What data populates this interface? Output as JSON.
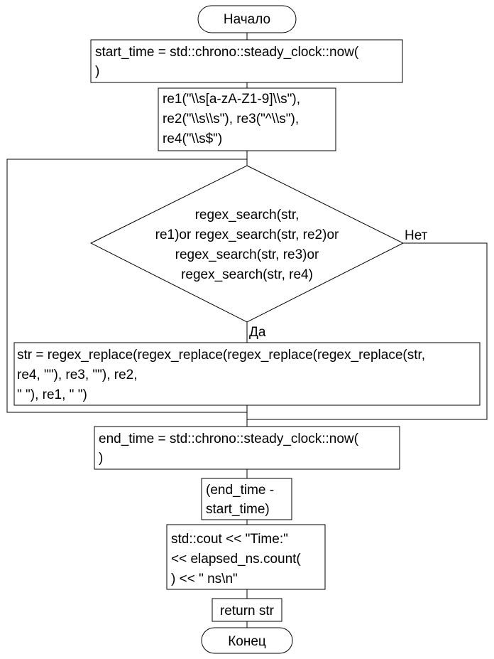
{
  "flowchart": {
    "start": "Начало",
    "step_start_time": [
      "start_time = std::chrono::steady_clock::now(",
      ")"
    ],
    "step_regex_init": [
      "re1(\"\\\\s[a-zA-Z1-9]\\\\s\"),",
      "re2(\"\\\\s\\\\s\"), re3(\"^\\\\s\"),",
      "re4(\"\\\\s$\")"
    ],
    "decision": [
      "regex_search(str,",
      "re1)or regex_search(str, re2)or",
      "regex_search(str, re3)or",
      "regex_search(str, re4)"
    ],
    "label_no": "Нет",
    "label_yes": "Да",
    "step_replace": [
      "str = regex_replace(regex_replace(regex_replace(regex_replace(str,",
      "re4, \"\"), re3, \"\"), re2,",
      "\" \"), re1, \" \")"
    ],
    "step_end_time": [
      "end_time = std::chrono::steady_clock::now(",
      ")"
    ],
    "step_elapsed": [
      "(end_time -",
      "start_time)"
    ],
    "step_cout": [
      "std::cout << \"Time:\"",
      "<< elapsed_ns.count(",
      ") << \" ns\\n\""
    ],
    "step_return": "return str",
    "end": "Конец"
  }
}
